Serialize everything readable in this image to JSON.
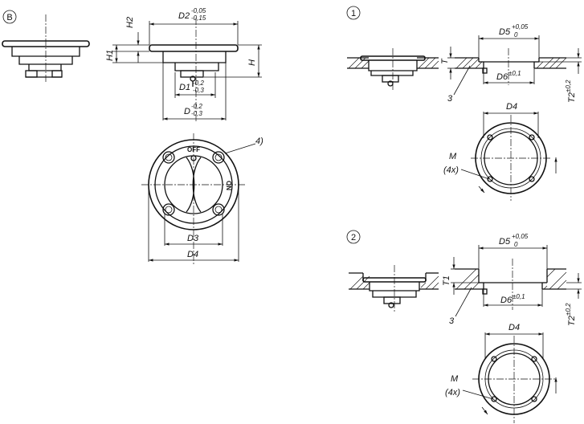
{
  "markers": {
    "b": "B",
    "one": "1",
    "two": "2"
  },
  "dims": {
    "d2": "D2",
    "d2_tol_up": "-0,05",
    "d2_tol_lo": "-0,15",
    "h2": "H2",
    "h1": "H1",
    "h": "H",
    "d1": "D1",
    "d1_tol_up": "-0,2",
    "d1_tol_lo": "-0,3",
    "d": "D",
    "d_tol_up": "-0,2",
    "d_tol_lo": "-0,3",
    "d3": "D3",
    "d4": "D4",
    "note4": "4)",
    "d5": "D5",
    "d5_tol_up": "+0,05",
    "d5_tol_lo": "0",
    "d6": "D6",
    "d6_tol": "±0,1",
    "t": "T",
    "t1": "T1",
    "t2": "T2",
    "t2_tol": "±0,2",
    "ref3": "3",
    "m": "M",
    "m_count": "(4x)"
  },
  "knob": {
    "off": "OFF",
    "on": "ON"
  }
}
